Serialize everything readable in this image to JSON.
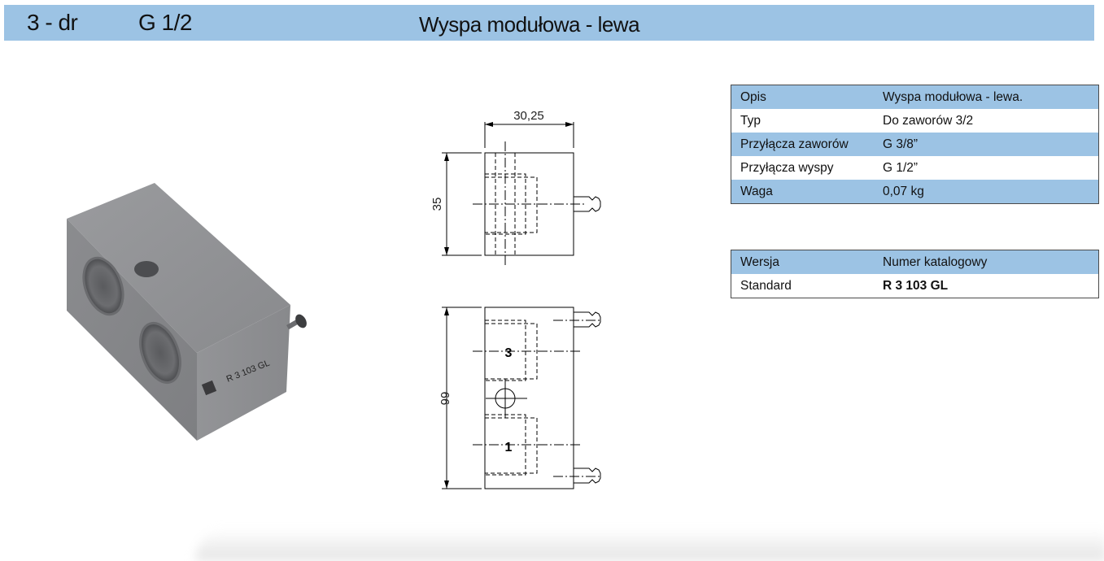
{
  "header": {
    "series": "3 - dr",
    "thread": "G 1/2",
    "title": "Wyspa modułowa - lewa"
  },
  "drawing": {
    "width_dim": "30,25",
    "height_dim_top": "35",
    "height_dim_bottom": "66",
    "port_labels": [
      "3",
      "1"
    ]
  },
  "photo": {
    "engraving": "R 3 103 GL"
  },
  "spec_table": {
    "rows": [
      {
        "label": "Opis",
        "value": "Wyspa modułowa - lewa."
      },
      {
        "label": "Typ",
        "value": "Do zaworów 3/2"
      },
      {
        "label": "Przyłącza zaworów",
        "value": "G 3/8”"
      },
      {
        "label": "Przyłącza wyspy",
        "value": "G 1/2”"
      },
      {
        "label": "Waga",
        "value": "0,07 kg"
      }
    ]
  },
  "version_table": {
    "header": {
      "label": "Wersja",
      "value": "Numer katalogowy"
    },
    "rows": [
      {
        "label": "Standard",
        "value": "R 3 103 GL"
      }
    ]
  },
  "colors": {
    "accent_blue": "#9cc3e4",
    "part_gray": "#8d8e91"
  }
}
